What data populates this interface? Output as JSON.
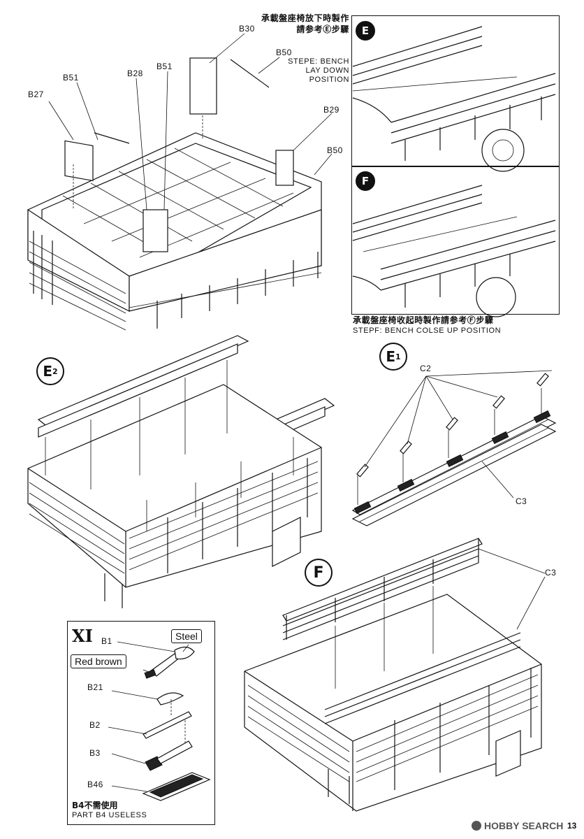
{
  "step_e_note": {
    "cjk": "承載盤座椅放下時製作請参考Ⓔ步驟",
    "en_line1": "STEPE: BENCH",
    "en_line2": "LAY DOWN",
    "en_line3": "POSITION"
  },
  "step_f_note": {
    "cjk": "承載盤座椅收起時製作請参考Ⓕ步驟",
    "en": "STEPF: BENCH COLSE UP POSITION"
  },
  "top_labels": {
    "b30": "B30",
    "b50_top": "B50",
    "b51_left": "B51",
    "b28": "B28",
    "b51_mid": "B51",
    "b27": "B27",
    "b29": "B29",
    "b50_right": "B50"
  },
  "markers": {
    "e": "E",
    "f": "F",
    "e2_letter": "E",
    "e2_sub": "2",
    "e1_letter": "E",
    "e1_sub": "1",
    "f_big": "F"
  },
  "e1_labels": {
    "c2": "C2",
    "c3": "C3"
  },
  "f_labels": {
    "c3": "C3"
  },
  "section_xi": {
    "numeral": "XI",
    "steel": "Steel",
    "red_brown": "Red brown",
    "b1": "B1",
    "b21": "B21",
    "b2": "B2",
    "b3": "B3",
    "b46": "B46",
    "note_cjk": "B4不需使用",
    "note_en": "PART B4 USELESS"
  },
  "footer": {
    "watermark": "HOBBY SEARCH",
    "page": "13"
  }
}
